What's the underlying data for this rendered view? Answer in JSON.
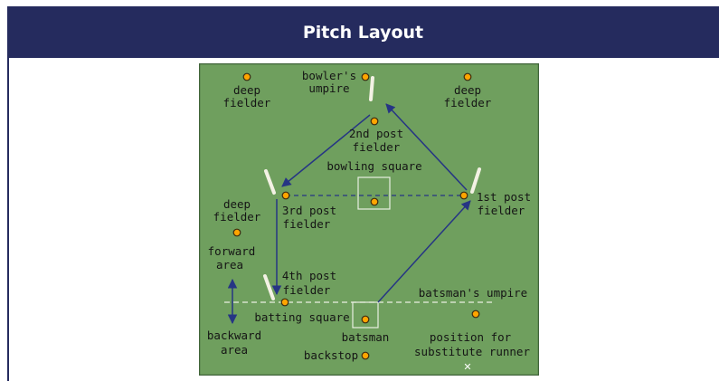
{
  "header": {
    "title": "Pitch Layout"
  },
  "colors": {
    "header_bg": "#252b5e",
    "field": "#6f9f5e",
    "field_border": "#41643a",
    "route": "#263584",
    "fielder_dot": "#ffa500",
    "post": "#f3f1e4"
  },
  "labels": {
    "bowlers_umpire_1": "bowler's",
    "bowlers_umpire_2": "umpire",
    "deep_fielder_a": "deep",
    "fielder_a": "fielder",
    "deep_fielder_b": "deep",
    "fielder_b": "fielder",
    "deep_fielder_c": "deep",
    "fielder_c": "fielder",
    "second_post_1": "2nd post",
    "second_post_2": "fielder",
    "bowling_square": "bowling square",
    "third_post_1": "3rd post",
    "third_post_2": "fielder",
    "first_post_1": "1st post",
    "first_post_2": "fielder",
    "forward_area_1": "forward",
    "forward_area_2": "area",
    "fourth_post_1": "4th post",
    "fourth_post_2": "fielder",
    "batsmans_umpire": "batsman's umpire",
    "batting_square": "batting square",
    "batsman": "batsman",
    "backward_area_1": "backward",
    "backward_area_2": "area",
    "backstop": "backstop",
    "substitute_1": "position for",
    "substitute_2": "substitute runner"
  }
}
